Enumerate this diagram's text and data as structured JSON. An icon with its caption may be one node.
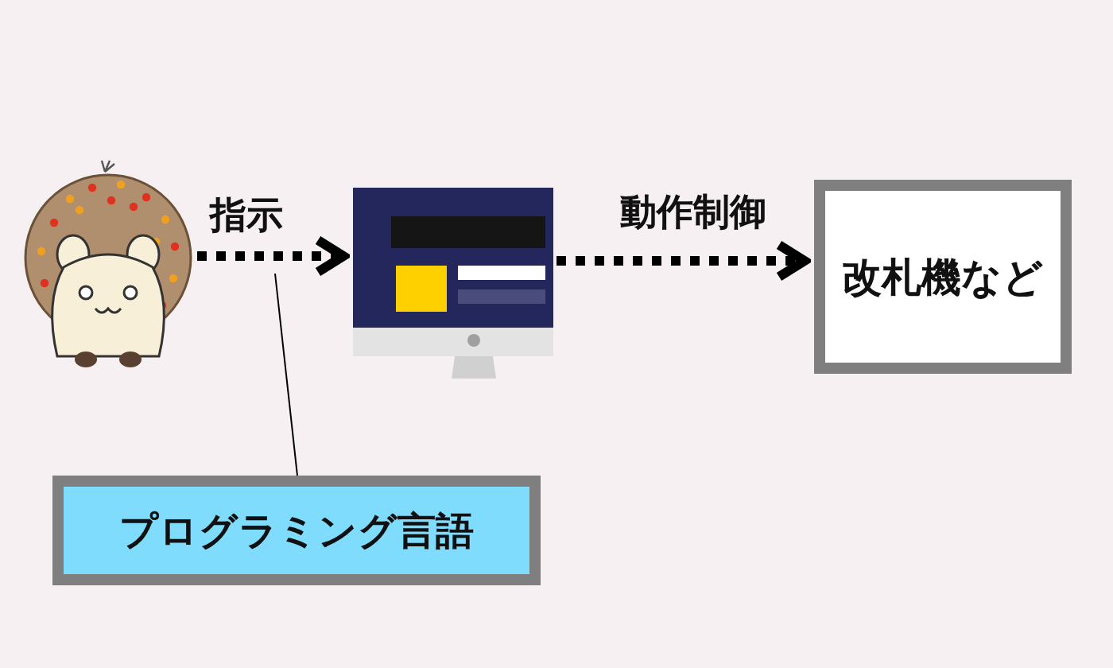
{
  "diagram": {
    "nodes": [
      {
        "text": [],
        "shape": "picture"
      },
      {
        "text": [],
        "shape": "picture"
      },
      {
        "text": [
          "改札機など"
        ]
      },
      {
        "text": [
          "プログラミング言語"
        ]
      }
    ],
    "edges": [
      {
        "from": 0,
        "to": 1,
        "arrow": "to",
        "label": "指示",
        "style": "dashed"
      },
      {
        "from": 1,
        "to": 2,
        "arrow": "to",
        "label": "動作制御",
        "style": "dashed"
      },
      {
        "from": 3,
        "to": null,
        "arrow": "none"
      }
    ]
  }
}
